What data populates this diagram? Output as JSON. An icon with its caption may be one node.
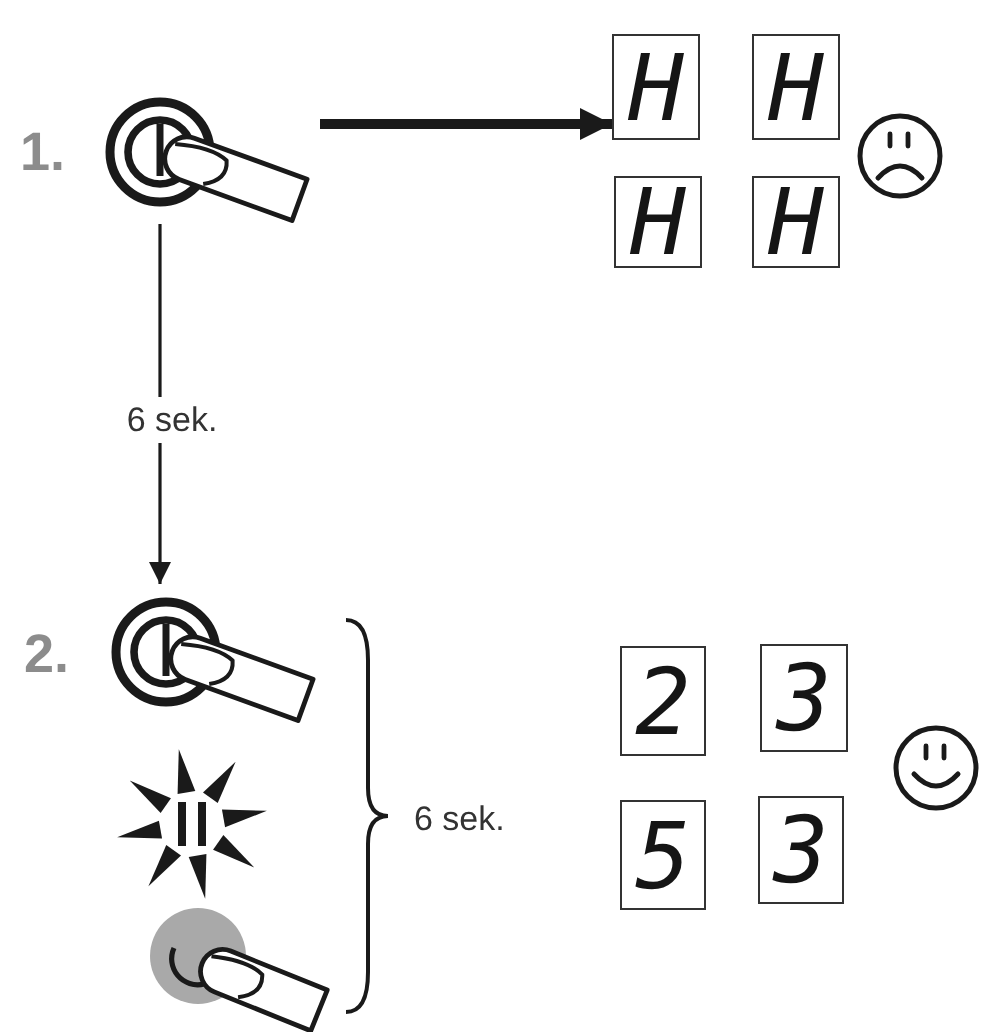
{
  "diagram": {
    "nodes": [
      {
        "text": [],
        "shape": "picture",
        "beside": [
          "1."
        ]
      },
      {
        "text": [
          "H"
        ]
      },
      {
        "text": [
          "H"
        ]
      },
      {
        "text": [
          "H"
        ]
      },
      {
        "text": [
          "H"
        ]
      },
      {
        "text": [],
        "shape": "picture",
        "beside": [
          "2."
        ]
      },
      {
        "text": [
          "2"
        ]
      },
      {
        "text": [
          "3"
        ]
      },
      {
        "text": [
          "5"
        ]
      },
      {
        "text": [
          "3"
        ]
      }
    ],
    "edges": [
      {
        "from": 0,
        "to": 1,
        "arrow": "to",
        "style": "thick"
      },
      {
        "from": 0,
        "to": 5,
        "arrow": "to",
        "label": "6 sek."
      }
    ],
    "labels": [
      "6 sek."
    ]
  }
}
